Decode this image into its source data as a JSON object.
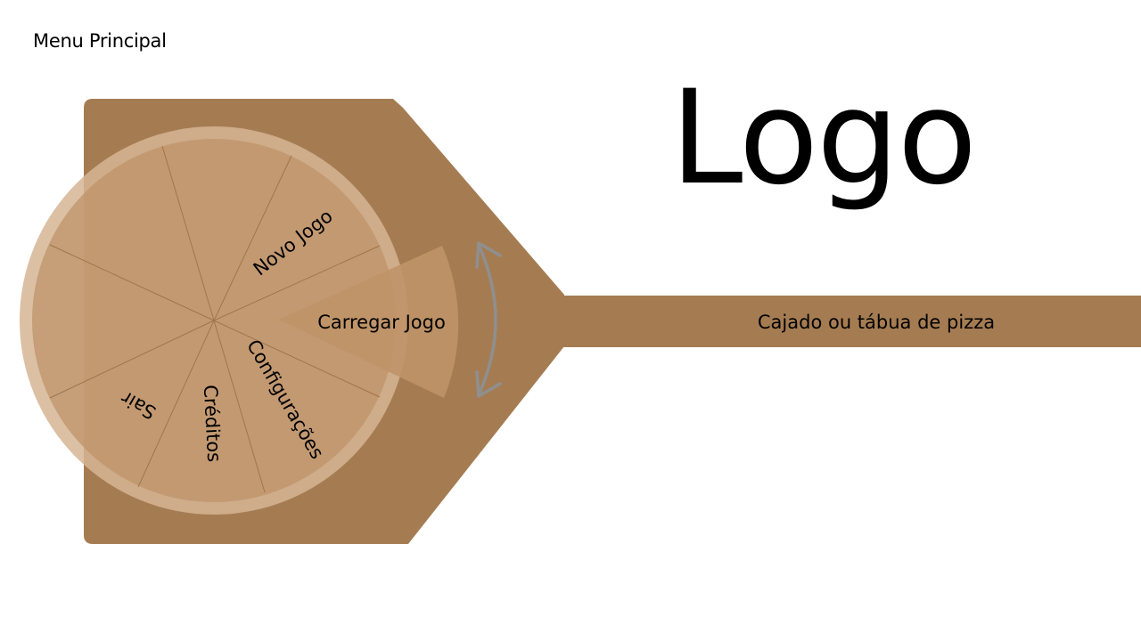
{
  "page": {
    "title": "Menu Principal",
    "logo": "Logo"
  },
  "peel": {
    "label": "Cajado ou tábua de pizza",
    "color": "#a57c52"
  },
  "pizza": {
    "base_color": "#bf9368",
    "crust_color": "#d6b594",
    "slice_line_color": "#9c7248",
    "items": [
      {
        "label": "Novo Jogo"
      },
      {
        "label": "Carregar Jogo",
        "selected": true
      },
      {
        "label": "Configurações"
      },
      {
        "label": "Créditos"
      },
      {
        "label": "Sair"
      }
    ]
  },
  "rotate_arrow": {
    "icon": "rotate-arrow-icon",
    "color": "#8f8f8f"
  }
}
